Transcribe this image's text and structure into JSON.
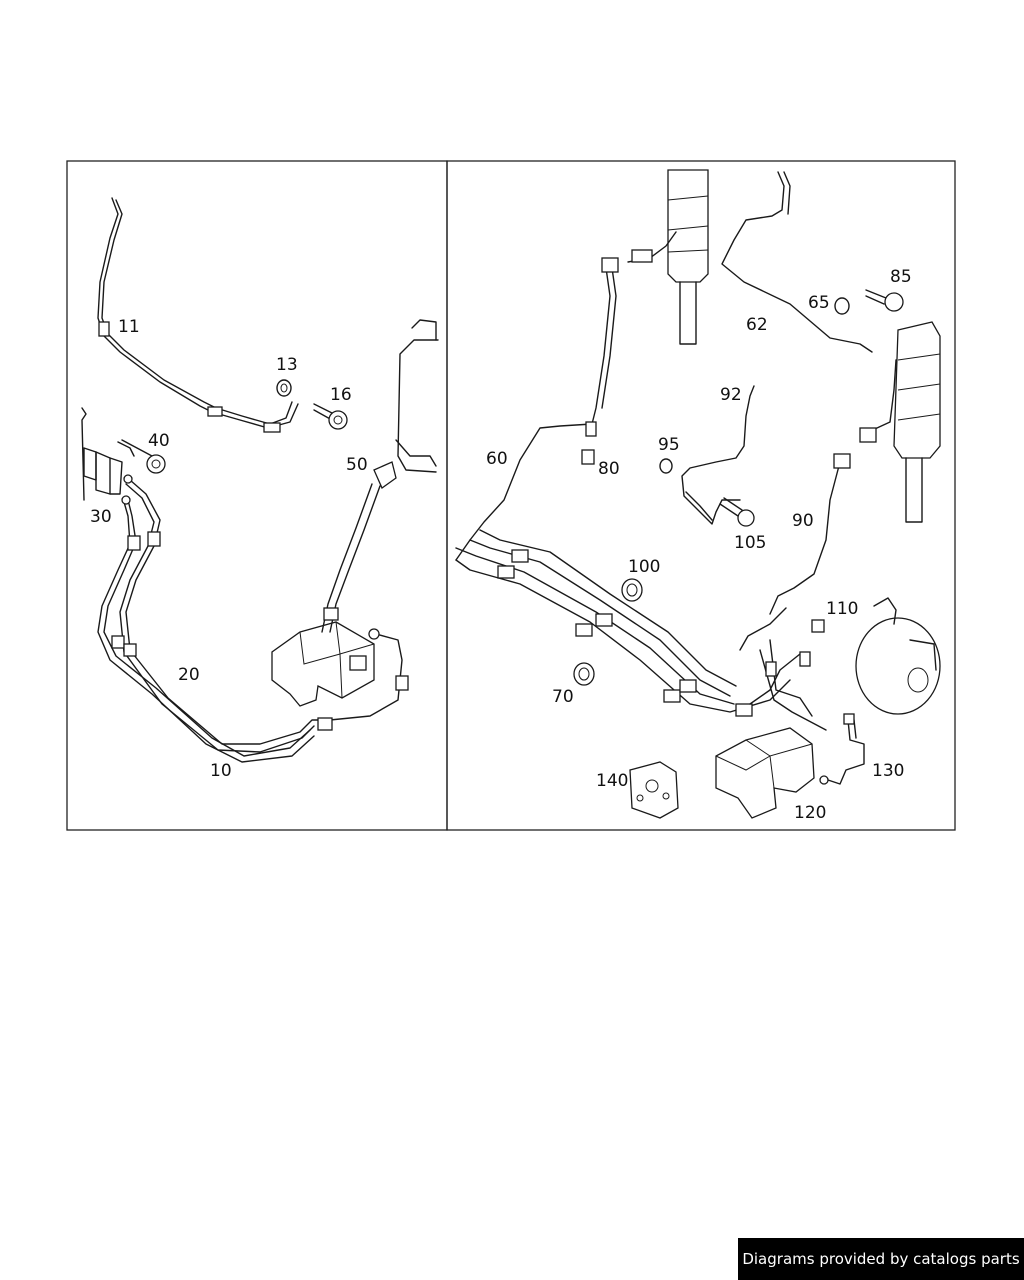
{
  "footer": {
    "text": "Diagrams provided by catalogs parts"
  },
  "labels": {
    "p11": "11",
    "p13": "13",
    "p16": "16",
    "p40": "40",
    "p30": "30",
    "p50": "50",
    "p20": "20",
    "p10": "10",
    "p62": "62",
    "p65": "65",
    "p85": "85",
    "p92": "92",
    "p95": "95",
    "p60": "60",
    "p80": "80",
    "p90": "90",
    "p105": "105",
    "p100": "100",
    "p110": "110",
    "p70": "70",
    "p130": "130",
    "p140": "140",
    "p120": "120"
  }
}
